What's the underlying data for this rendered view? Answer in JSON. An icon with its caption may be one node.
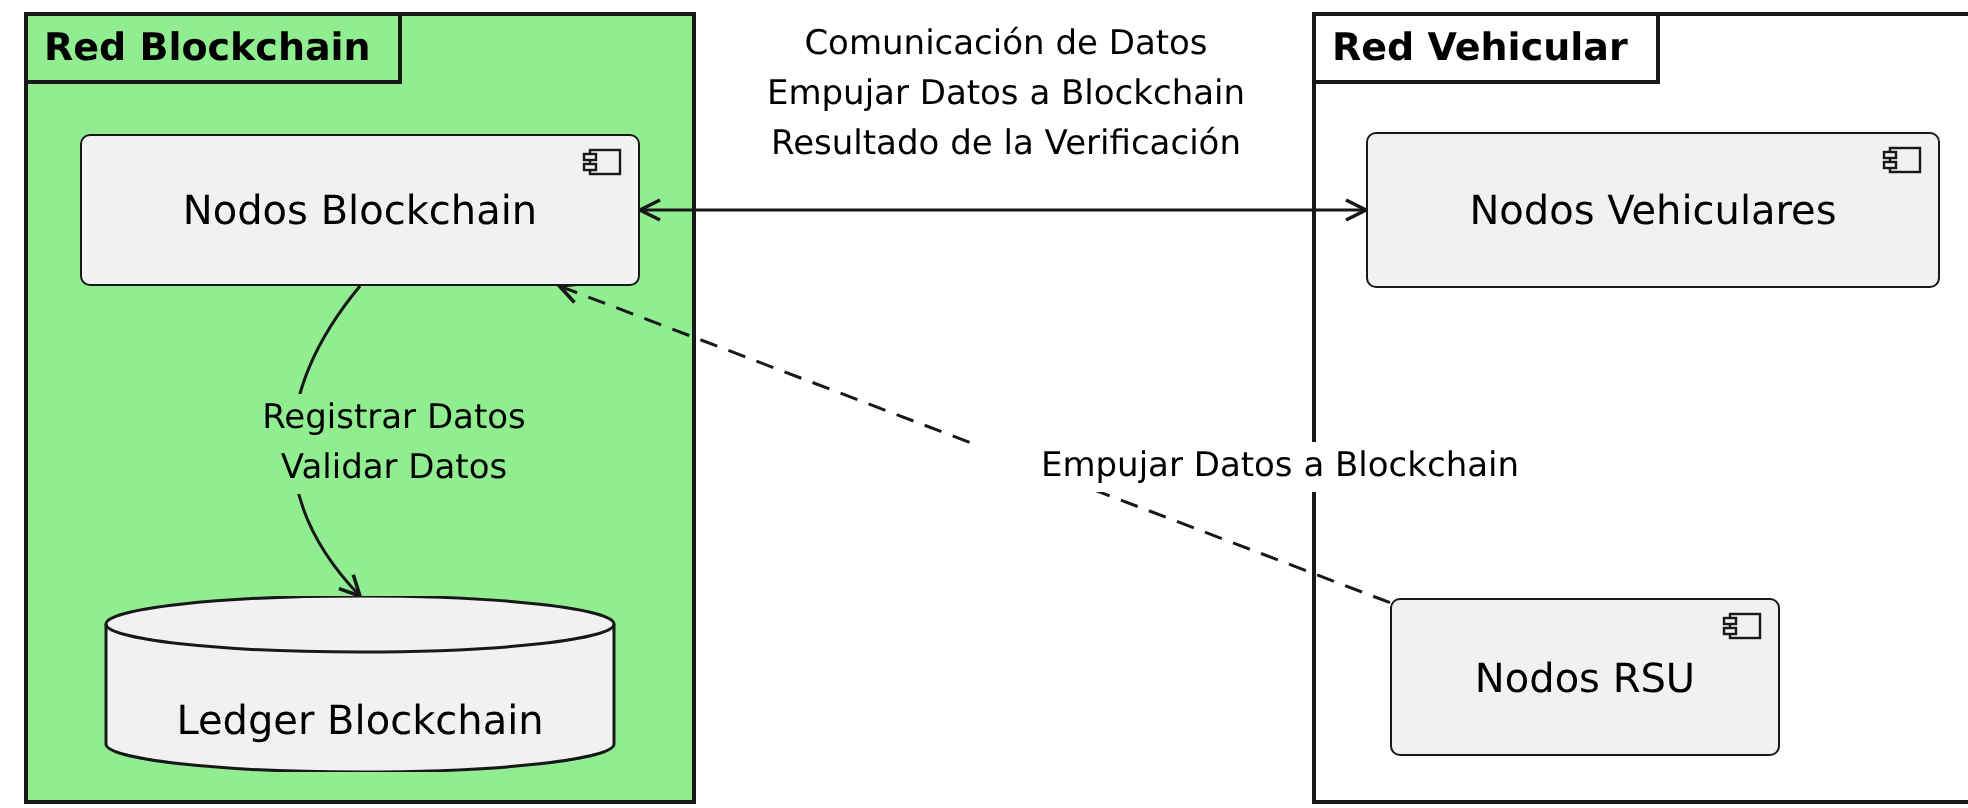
{
  "diagram": {
    "nodes": [
      {
        "text": [
          "Red Blockchain"
        ]
      },
      {
        "text": [
          "Nodos Blockchain"
        ],
        "in": 0
      },
      {
        "text": [
          "Ledger Blockchain"
        ],
        "in": 0
      },
      {
        "text": [
          "Red Vehicular"
        ]
      },
      {
        "text": [
          "Nodos Vehiculares"
        ],
        "in": 3
      },
      {
        "text": [
          "Nodos RSU"
        ],
        "in": 3
      }
    ],
    "edges": [
      {
        "from": 1,
        "to": 4,
        "arrow": "both",
        "label": "Comunicación de Datos Empujar Datos a Blockchain Resultado de la Verificación"
      },
      {
        "from": 1,
        "to": 2,
        "arrow": "to",
        "label": "Registrar Datos Validar Datos"
      },
      {
        "from": 5,
        "to": 1,
        "arrow": "to",
        "label": "Empujar Datos a Blockchain",
        "style": "dashed"
      }
    ]
  }
}
